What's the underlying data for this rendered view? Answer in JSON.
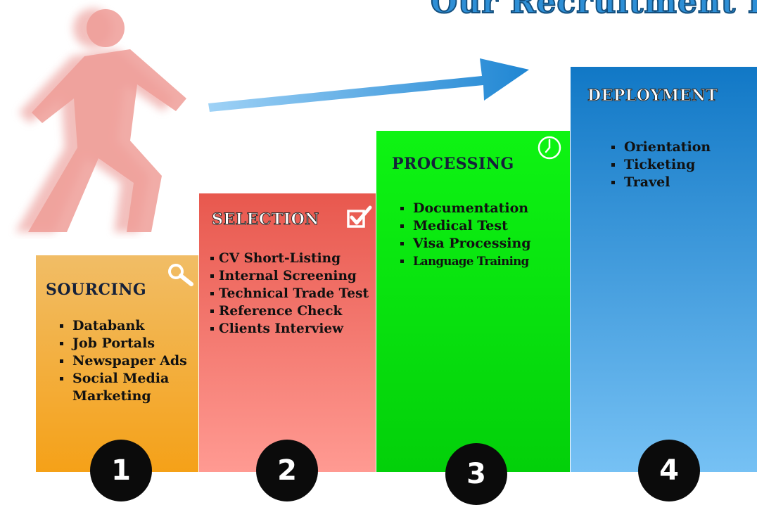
{
  "title": "Our Recruitment P",
  "steps": [
    {
      "number": "1",
      "title": "SOURCING",
      "icon": "magnifier-icon",
      "color_top": "#f1bd66",
      "color_bottom": "#f5a118",
      "items": [
        "Databank",
        "Job Portals",
        "Newspaper Ads",
        "Social Media Marketing"
      ]
    },
    {
      "number": "2",
      "title": "SELECTION",
      "icon": "checkbox-icon",
      "color_top": "#e8584e",
      "color_bottom": "#ff9a92",
      "items": [
        "CV Short-Listing",
        "Internal Screening",
        "Technical Trade Test",
        "Reference Check",
        "Clients Interview"
      ]
    },
    {
      "number": "3",
      "title": "PROCESSING",
      "icon": "clock-icon",
      "color_top": "#0ef413",
      "color_bottom": "#03d00a",
      "items": [
        "Documentation",
        "Medical Test",
        "Visa Processing",
        "Language Training"
      ]
    },
    {
      "number": "4",
      "title": "DEPLOYMENT",
      "color_top": "#1178c6",
      "color_bottom": "#76c1f4",
      "items": [
        "Orientation",
        "Ticketing",
        "Travel"
      ]
    }
  ],
  "decorations": {
    "figure_icon": "walking-person-icon",
    "arrow_icon": "progress-arrow-icon"
  }
}
